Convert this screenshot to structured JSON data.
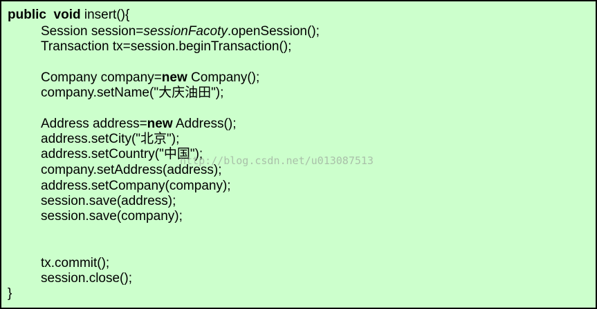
{
  "colors": {
    "background": "#ccffcc",
    "border": "#000000",
    "text": "#000000"
  },
  "code": {
    "l1_kw1": "public",
    "l1_kw2": "void",
    "l1_rest": " insert(){",
    "l2_a": "Session session=",
    "l2_b": "sessionFacoty",
    "l2_c": ".openSession();",
    "l3": "Transaction tx=session.beginTransaction();",
    "l5_a": "Company company=",
    "l5_kw": "new",
    "l5_c": " Company();",
    "l6": "company.setName(\"大庆油田\");",
    "l8_a": "Address address=",
    "l8_kw": "new",
    "l8_c": " Address();",
    "l9": "address.setCity(\"北京\");",
    "l10": "address.setCountry(\"中国\");",
    "l11": "company.setAddress(address);",
    "l12": "address.setCompany(company);",
    "l13": "session.save(address);",
    "l14": "session.save(company);",
    "l17": "tx.commit();",
    "l18": "session.close();",
    "l19": "}"
  },
  "watermark": "http://blog.csdn.net/u013087513"
}
